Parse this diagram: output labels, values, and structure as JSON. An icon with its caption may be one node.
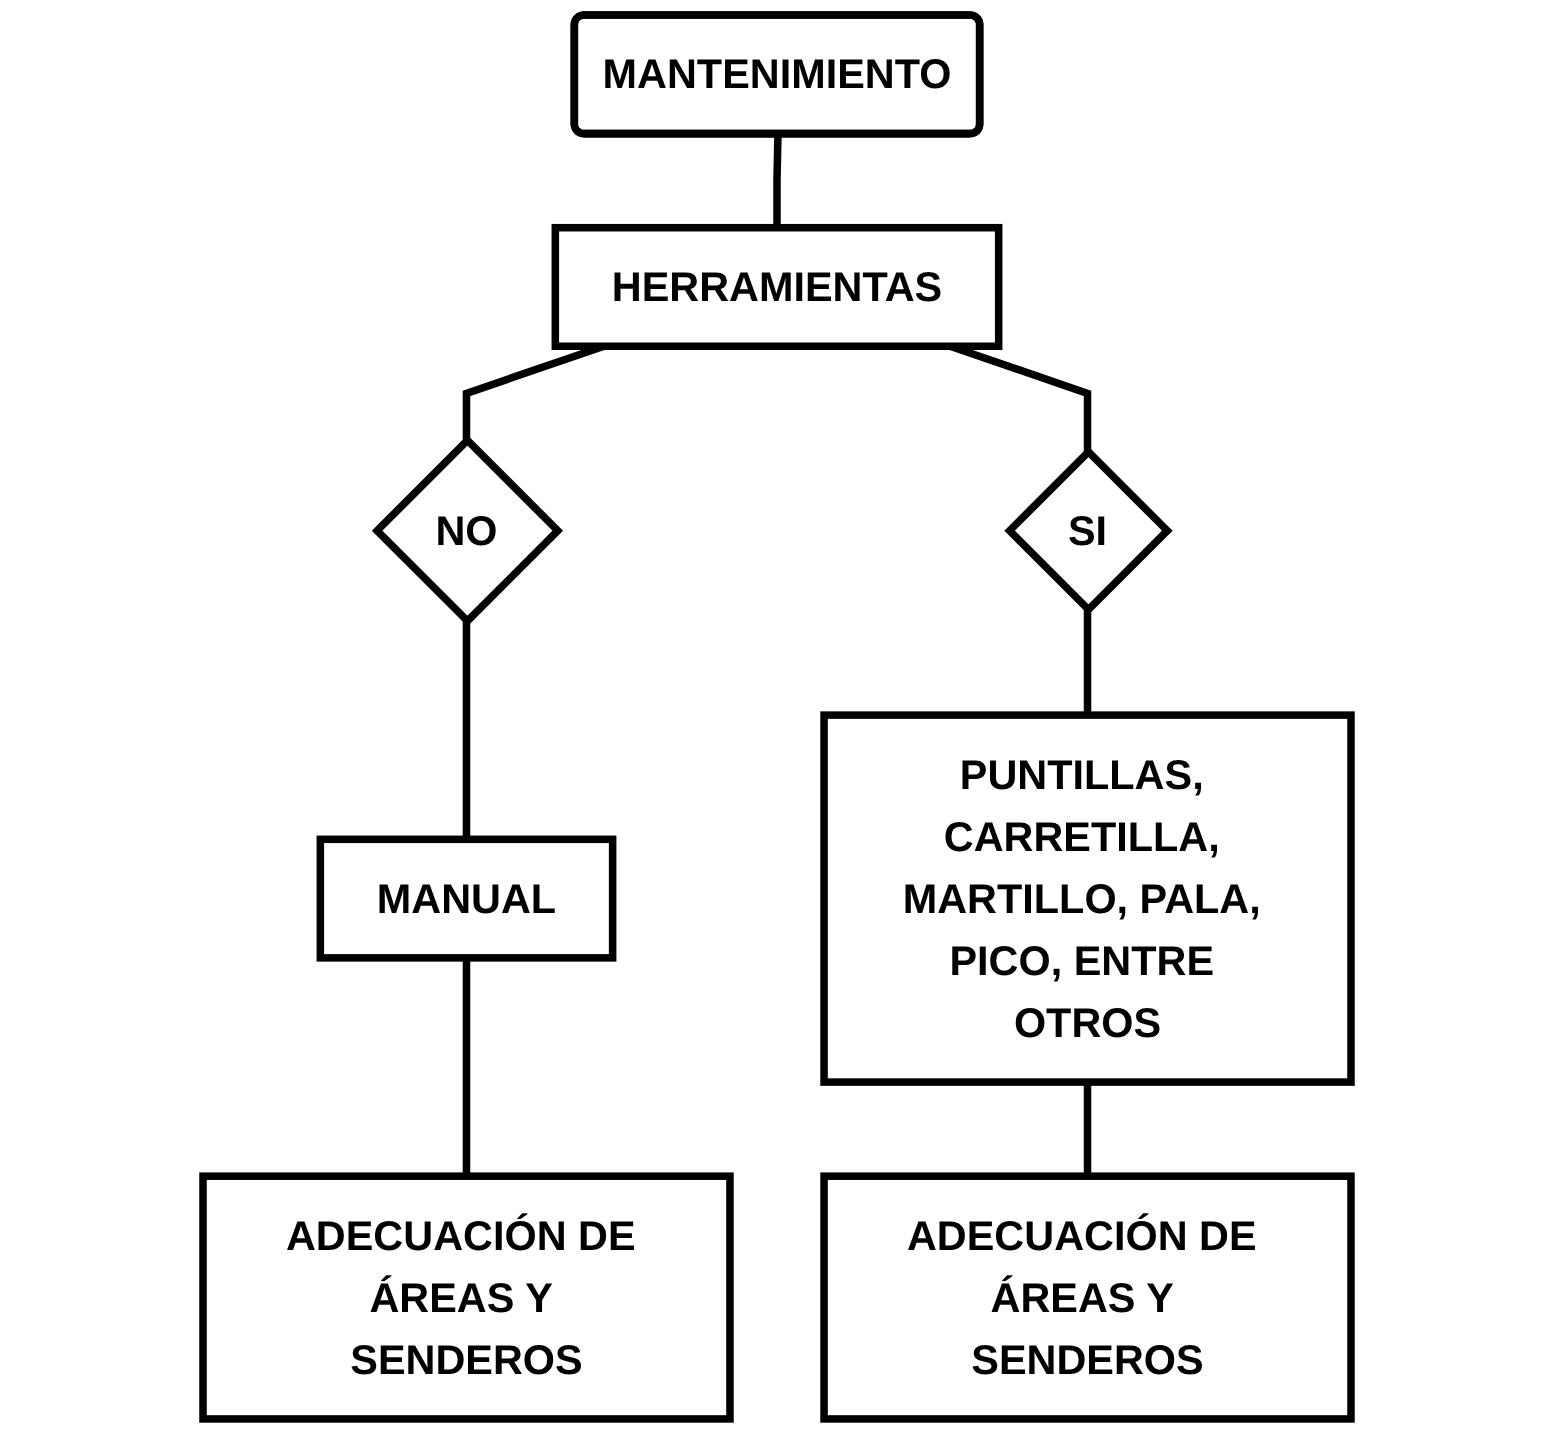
{
  "diagram": {
    "nodes": [
      {
        "text": [
          "MANTENIMIENTO"
        ]
      },
      {
        "text": [
          "HERRAMIENTAS"
        ]
      },
      {
        "text": [
          "NO"
        ]
      },
      {
        "text": [
          "MANUAL"
        ]
      },
      {
        "text": [
          "ADECUACIÓN DE ÁREAS Y SENDEROS"
        ]
      },
      {
        "text": [
          "SI"
        ]
      },
      {
        "text": [
          "PUNTILLAS, CARRETILLA, MARTILLO, PALA, PICO, ENTRE OTROS"
        ]
      },
      {
        "text": [
          "ADECUACIÓN DE ÁREAS Y SENDEROS"
        ]
      }
    ],
    "edges": [
      {
        "from": 0,
        "to": 1,
        "arrow": "none"
      },
      {
        "from": 1,
        "to": 2,
        "arrow": "none"
      },
      {
        "from": 2,
        "to": 3,
        "arrow": "none"
      },
      {
        "from": 3,
        "to": 4,
        "arrow": "none"
      },
      {
        "from": 1,
        "to": 5,
        "arrow": "none"
      },
      {
        "from": 5,
        "to": 6,
        "arrow": "none"
      },
      {
        "from": 6,
        "to": 7,
        "arrow": "none"
      }
    ]
  }
}
